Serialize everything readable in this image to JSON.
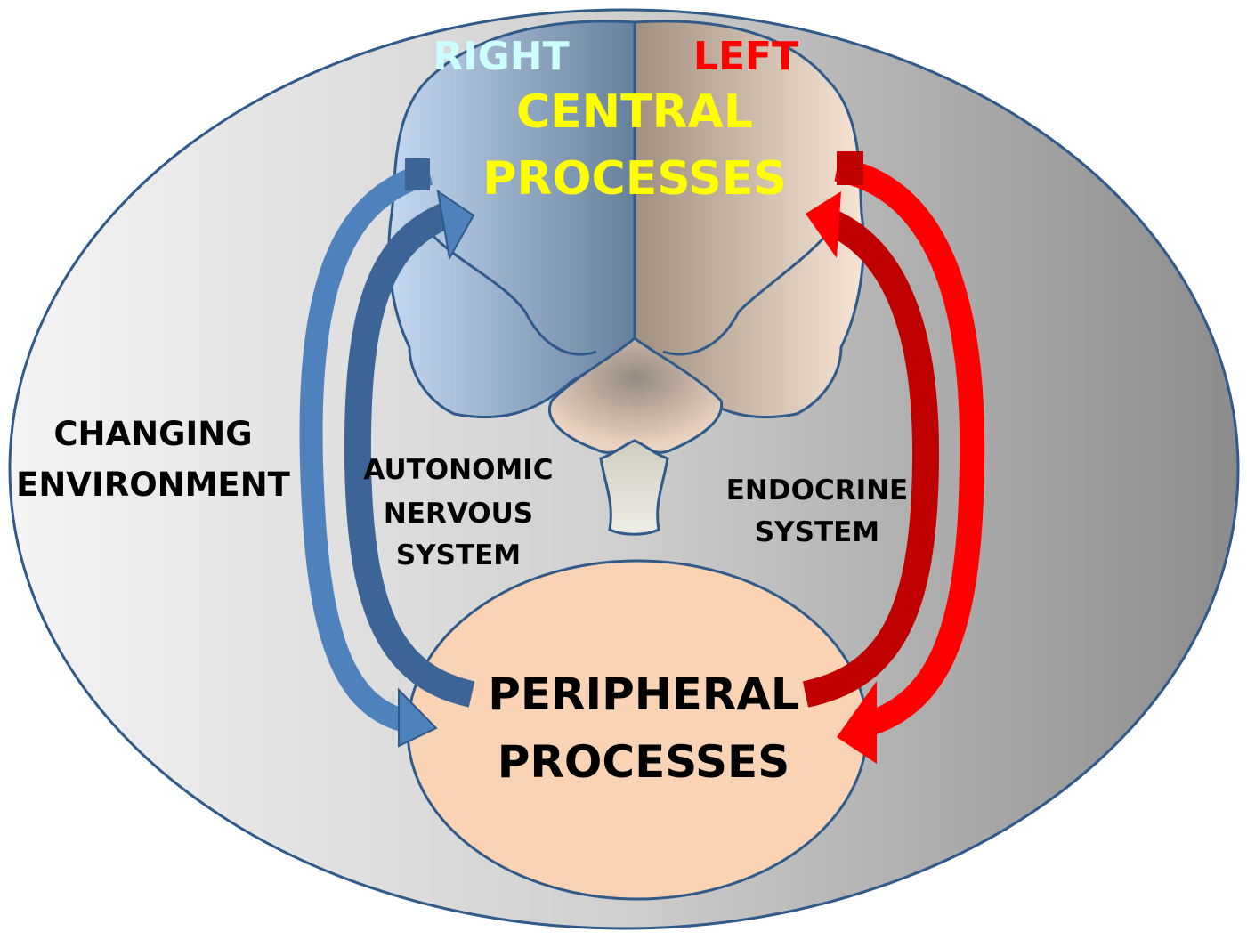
{
  "labels": {
    "right": "RIGHT",
    "left": "LEFT",
    "central_line1": "CENTRAL",
    "central_line2": "PROCESSES",
    "environment_line1": "CHANGING",
    "environment_line2": "ENVIRONMENT",
    "autonomic_line1": "AUTONOMIC",
    "autonomic_line2": "NERVOUS",
    "autonomic_line3": "SYSTEM",
    "endocrine_line1": "ENDOCRINE",
    "endocrine_line2": "SYSTEM",
    "peripheral_line1": "PERIPHERAL",
    "peripheral_line2": "PROCESSES"
  },
  "colors": {
    "right_label": "#ccffff",
    "left_label": "#ff0000",
    "central_label": "#ffff00",
    "autonomic_arrow_dark": "#3d6497",
    "autonomic_arrow_light": "#4f81bd",
    "endocrine_arrow_dark": "#c00000",
    "endocrine_arrow_light": "#ff0000",
    "peripheral_fill": "#fad3b4",
    "outline": "#2f5a8a"
  }
}
